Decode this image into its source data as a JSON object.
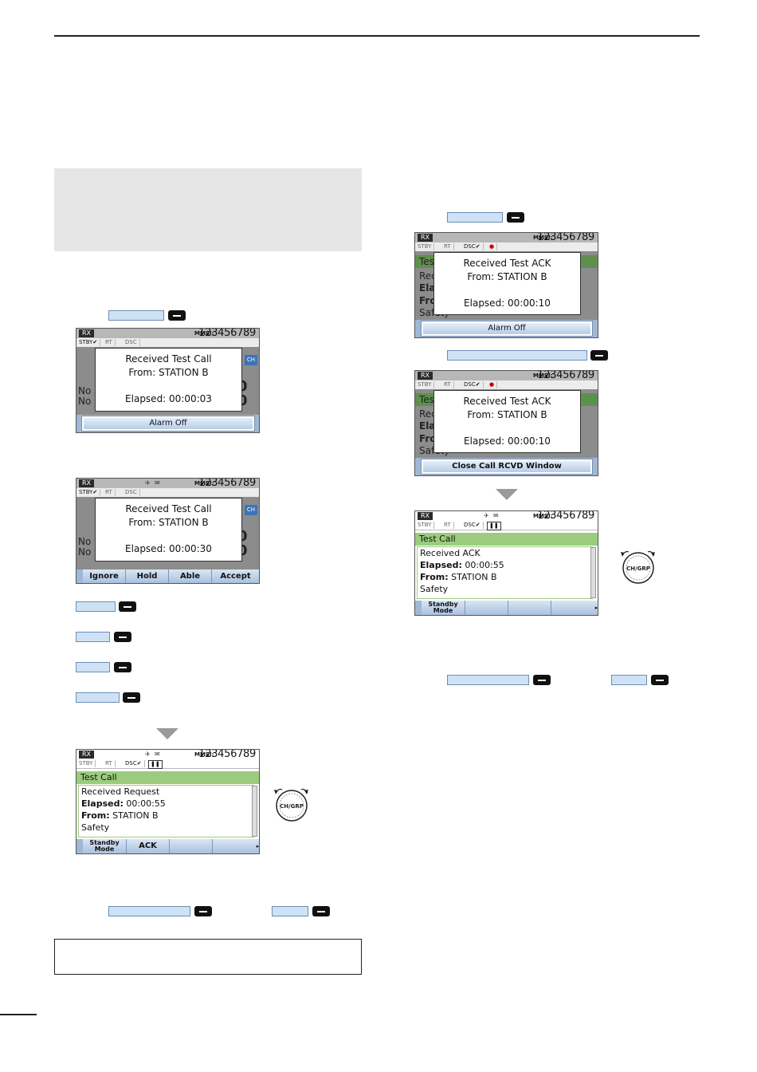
{
  "mmsi_label": "MMSI:",
  "mmsi_value": "123456789",
  "status": {
    "rx": "RX",
    "stby": "STBY",
    "stby_check": "STBY✔",
    "rt": "RT",
    "dsc": "DSC",
    "dsc_check": "DSC✔"
  },
  "screen1": {
    "line1": "Received Test Call",
    "line2": "From: STATION B",
    "line3": "Elapsed: 00:00:03",
    "button": "Alarm Off",
    "ch": "CH",
    "frag1": "No",
    "frag2": "No"
  },
  "screen2": {
    "line1": "Received Test Call",
    "line2": "From: STATION B",
    "line3": "Elapsed: 00:00:30",
    "keys": [
      "Ignore",
      "Hold",
      "Able",
      "Accept"
    ],
    "ch": "CH",
    "frag1": "No",
    "frag2": "No"
  },
  "screen3": {
    "title": "Test Call",
    "rows": [
      "Received Request",
      "00:00:55",
      "STATION B",
      "Safety"
    ],
    "elapsed_lbl": "Elapsed:",
    "from_lbl": "From:",
    "key_standby": "Standby Mode",
    "key_ack": "ACK",
    "more": "▸"
  },
  "screen4": {
    "line1": "Received Test ACK",
    "line2": "From: STATION B",
    "line3": "Elapsed: 00:00:10",
    "button": "Alarm Off",
    "frags": [
      "Tes",
      "Rec",
      "Ela",
      "Fro",
      "Safety"
    ]
  },
  "screen5": {
    "line1": "Received Test ACK",
    "line2": "From: STATION B",
    "line3": "Elapsed: 00:00:10",
    "button": "Close Call RCVD Window",
    "frags": [
      "Tes",
      "Rec",
      "Ela",
      "Fro",
      "Safety"
    ]
  },
  "screen6": {
    "title": "Test Call",
    "rows": [
      "Received ACK",
      "00:00:55",
      "STATION B",
      "Safety"
    ],
    "elapsed_lbl": "Elapsed:",
    "from_lbl": "From:",
    "key_standby": "Standby Mode",
    "more": "▸"
  },
  "knob_label": "CH/GRP",
  "icons": {
    "sat": "satellite-icon",
    "mail": "envelope-icon",
    "rec": "record-icon",
    "pause": "pause-icon"
  }
}
